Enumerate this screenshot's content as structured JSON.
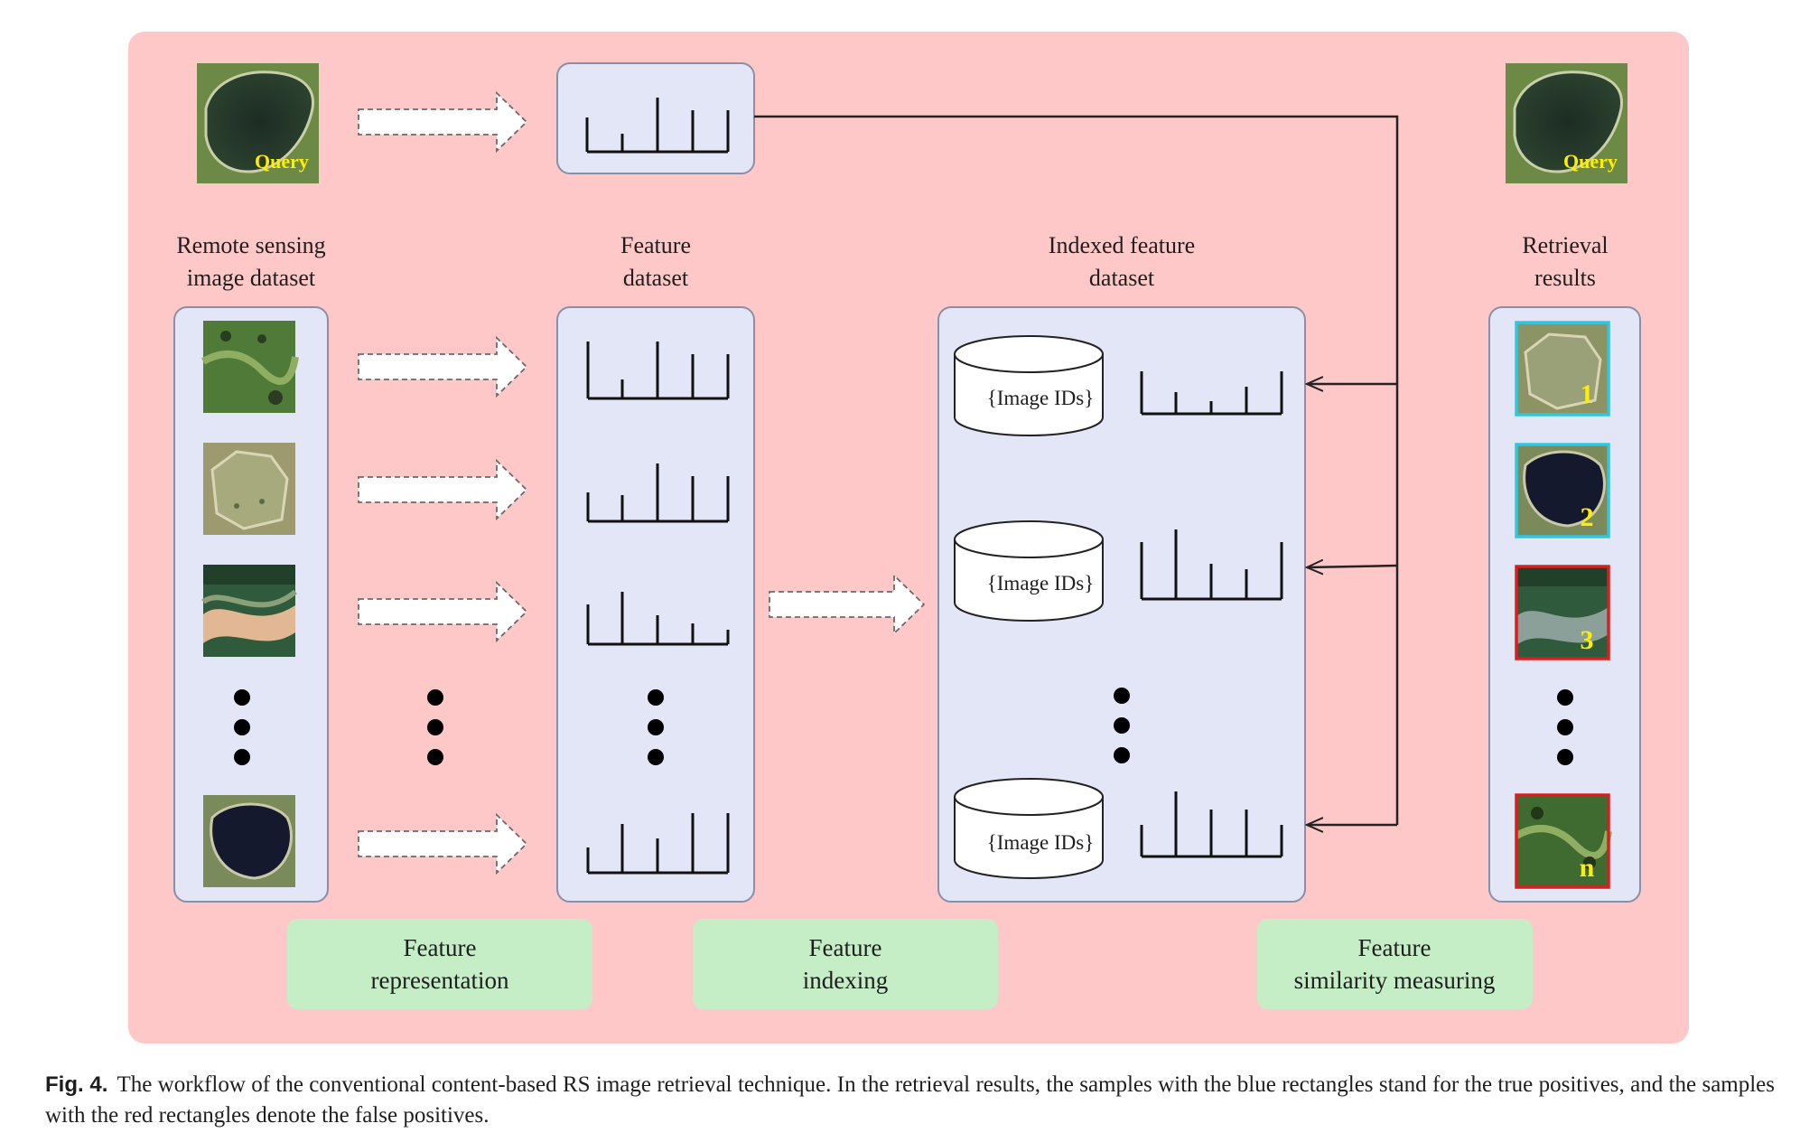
{
  "diagram": {
    "headers": {
      "rs_dataset": [
        "Remote sensing",
        "image dataset"
      ],
      "feature_dataset": [
        "Feature",
        "dataset"
      ],
      "indexed_dataset": [
        "Indexed feature",
        "dataset"
      ],
      "retrieval_results": [
        "Retrieval",
        "results"
      ]
    },
    "query_label": "Query",
    "image_ids_label": "{Image IDs}",
    "result_ranks": [
      "1",
      "2",
      "3",
      "n"
    ],
    "stages": {
      "representation": [
        "Feature",
        "representation"
      ],
      "indexing": [
        "Feature",
        "indexing"
      ],
      "similarity": [
        "Feature",
        "similarity measuring"
      ]
    },
    "colors": {
      "background": "#ffc8c8",
      "panel": "#e2e6f6",
      "stage_box": "#c6eec6",
      "true_positive": "#2fc6e0",
      "false_positive": "#d62020",
      "label_yellow": "#ffee00"
    }
  },
  "caption": {
    "label": "Fig. 4.",
    "text": "The workflow of the conventional content-based RS image retrieval technique. In the retrieval results, the samples with the blue rectangles stand for the true positives, and the samples with the red rectangles denote the false positives."
  }
}
